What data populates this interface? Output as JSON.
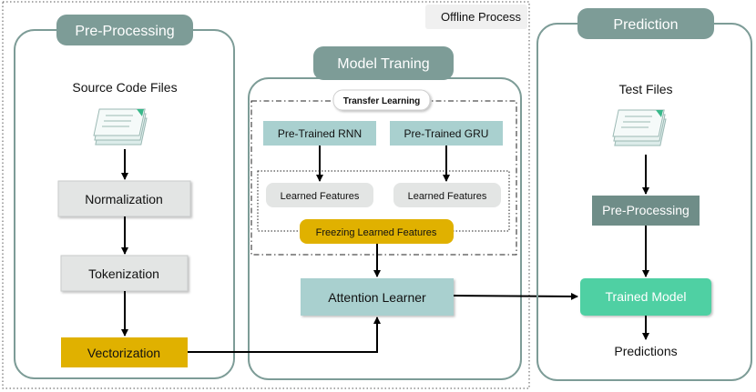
{
  "colors": {
    "panel_border": "#7d9c97",
    "header_fill": "#7d9c97",
    "teal_box": "#a9d0cf",
    "gray_box": "#e3e5e4",
    "gold_box": "#e0b100",
    "green_box": "#4fd0a3",
    "dark_box": "#6f8d88",
    "arrow": "#000000"
  },
  "offline": {
    "label": "Offline Process"
  },
  "preprocessing": {
    "title": "Pre-Processing",
    "source_label": "Source Code Files",
    "source_icon": "document-stack-icon",
    "steps": [
      "Normalization",
      "Tokenization",
      "Vectorization"
    ]
  },
  "model": {
    "title": "Model Traning",
    "transfer_label": "Transfer Learning",
    "pretrained": [
      "Pre-Trained RNN",
      "Pre-Trained GRU"
    ],
    "features": [
      "Learned Features",
      "Learned Features"
    ],
    "freezing": "Freezing Learned Features",
    "attention": "Attention Learner"
  },
  "prediction": {
    "title": "Prediction",
    "test_label": "Test Files",
    "test_icon": "document-stack-icon",
    "preproc": "Pre-Processing",
    "trained": "Trained Model",
    "output": "Predictions"
  }
}
